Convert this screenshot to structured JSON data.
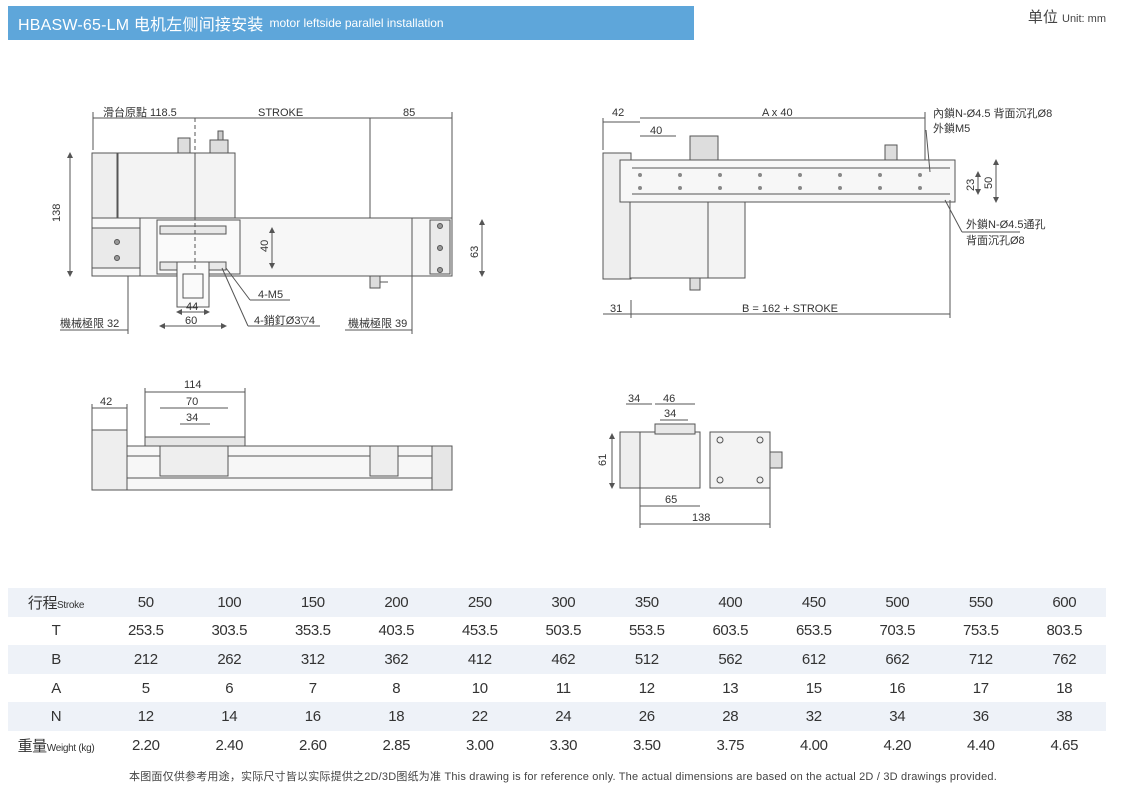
{
  "header": {
    "title_main": "HBASW-65-LM 电机左侧间接安装",
    "title_sub": "motor leftside parallel installation"
  },
  "unit": {
    "cn": "单位",
    "en": "Unit: mm"
  },
  "drawing_labels": {
    "top_left": {
      "origin": "滑台原點 118.5",
      "stroke": "STROKE",
      "d85": "85",
      "d138": "138",
      "d40": "40",
      "d63": "63",
      "m5": "4-M5",
      "pin": "4-銷釘Ø3▽4",
      "d44": "44",
      "d60": "60",
      "limit_left": "機械極限 32",
      "limit_right": "機械極限 39"
    },
    "top_right": {
      "d42": "42",
      "ax40": "A x 40",
      "d40": "40",
      "inner": "內鎖N-Ø4.5 背面沉孔Ø8",
      "outer_m5": "外鎖M5",
      "d23": "23",
      "d50": "50",
      "outer_n": "外鎖N-Ø4.5通孔",
      "counter": "背面沉孔Ø8",
      "d31": "31",
      "b": "B = 162 + STROKE"
    },
    "bottom_left": {
      "d114": "114",
      "d70": "70",
      "d34": "34",
      "d42": "42"
    },
    "bottom_right": {
      "d34a": "34",
      "d46": "46",
      "d34b": "34",
      "d61": "61",
      "d65": "65",
      "d138": "138"
    }
  },
  "table": {
    "rows": [
      {
        "cn": "行程",
        "en": "Stroke",
        "values": [
          "50",
          "100",
          "150",
          "200",
          "250",
          "300",
          "350",
          "400",
          "450",
          "500",
          "550",
          "600"
        ]
      },
      {
        "cn": "T",
        "en": "",
        "values": [
          "253.5",
          "303.5",
          "353.5",
          "403.5",
          "453.5",
          "503.5",
          "553.5",
          "603.5",
          "653.5",
          "703.5",
          "753.5",
          "803.5"
        ]
      },
      {
        "cn": "B",
        "en": "",
        "values": [
          "212",
          "262",
          "312",
          "362",
          "412",
          "462",
          "512",
          "562",
          "612",
          "662",
          "712",
          "762"
        ]
      },
      {
        "cn": "A",
        "en": "",
        "values": [
          "5",
          "6",
          "7",
          "8",
          "10",
          "11",
          "12",
          "13",
          "15",
          "16",
          "17",
          "18"
        ]
      },
      {
        "cn": "N",
        "en": "",
        "values": [
          "12",
          "14",
          "16",
          "18",
          "22",
          "24",
          "26",
          "28",
          "32",
          "34",
          "36",
          "38"
        ]
      },
      {
        "cn": "重量",
        "en": "Weight (kg)",
        "values": [
          "2.20",
          "2.40",
          "2.60",
          "2.85",
          "3.00",
          "3.30",
          "3.50",
          "3.75",
          "4.00",
          "4.20",
          "4.40",
          "4.65"
        ]
      }
    ]
  },
  "footnote": "本图面仅供参考用途，实际尺寸皆以实际提供之2D/3D图纸为准 This drawing is for reference only. The actual dimensions are based on the actual 2D / 3D drawings provided."
}
